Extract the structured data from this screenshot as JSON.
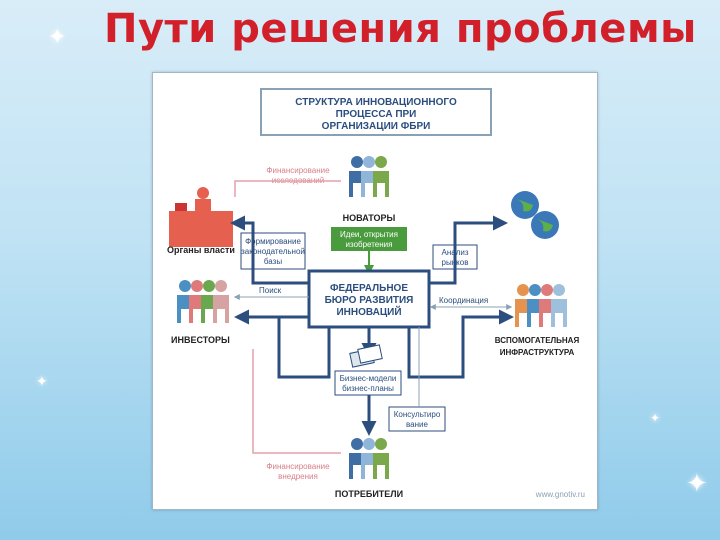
{
  "slide": {
    "title": "Пути решения проблемы"
  },
  "diagram": {
    "header": [
      "СТРУКТУРА ИННОВАЦИОННОГО",
      "ПРОЦЕССА ПРИ",
      "ОРГАНИЗАЦИИ ФБРИ"
    ],
    "center_box": [
      "ФЕДЕРАЛЬНОЕ",
      "БЮРО РАЗВИТИЯ",
      "ИННОВАЦИЙ"
    ],
    "actors": {
      "innovators": "НОВАТОРЫ",
      "government": "Органы власти",
      "investors": "ИНВЕСТОРЫ",
      "infrastructure": [
        "ВСПОМОГАТЕЛЬНАЯ",
        "ИНФРАСТРУКТУРА"
      ],
      "consumers": "ПОТРЕБИТЕЛИ"
    },
    "flows": {
      "financing_research": [
        "Финансирование",
        "исследований"
      ],
      "ideas": [
        "Идеи, открытия",
        "изобретения"
      ],
      "legislation": [
        "Формирование",
        "законодательной",
        "базы"
      ],
      "market_analysis": [
        "Анализ",
        "рынков"
      ],
      "search": "Поиск",
      "coordination": "Координация",
      "business_models": [
        "Бизнес-модели",
        "бизнес-планы"
      ],
      "consulting": [
        "Консультиро",
        "вание"
      ],
      "financing_implementation": [
        "Финансирование",
        "внедрения"
      ]
    },
    "website": "www.gnotiv.ru",
    "colors": {
      "arrow": "#2b4e7e",
      "pink_text": "#d77f8a",
      "green_box": "#4a9a3e",
      "box_border": "#2b4e7e",
      "header_text": "#2b4e7e"
    }
  }
}
